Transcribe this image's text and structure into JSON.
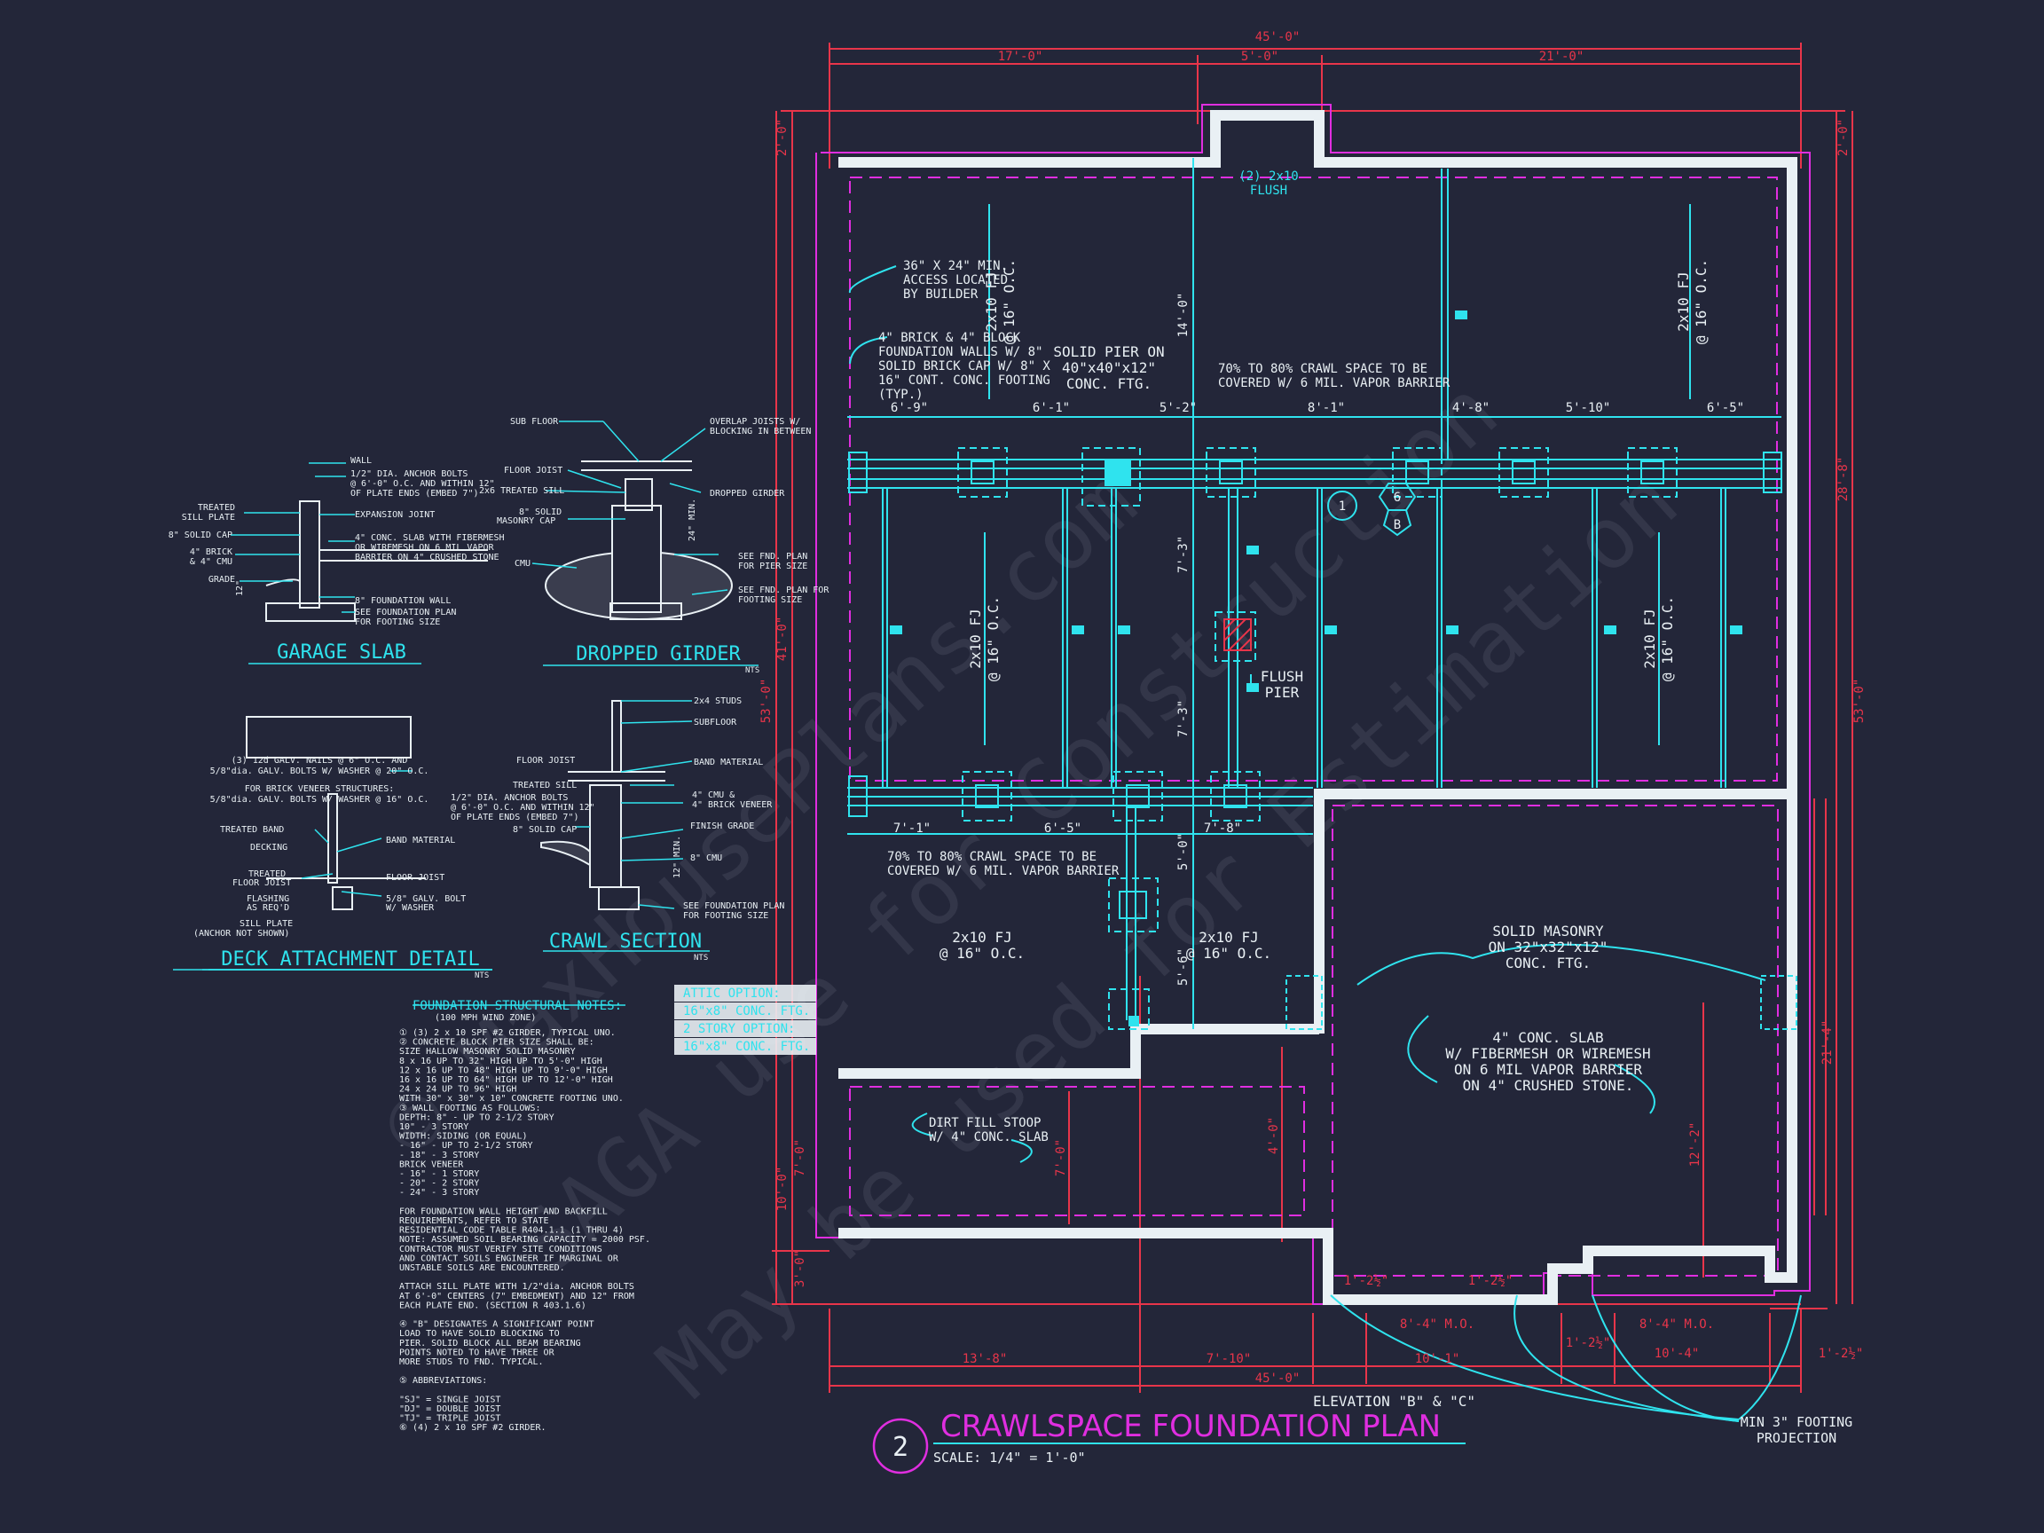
{
  "colors": {
    "background": "#232639",
    "cyan": "#2fe3ee",
    "magenta": "#e02ee0",
    "red": "#e8354a",
    "white": "#e9f0f4"
  },
  "watermark": {
    "lines": [
      "© MaxHousePlans.com",
      "SAGA use for Construction",
      "May be used for Estimation"
    ]
  },
  "title": {
    "number": "2",
    "text": "CRAWLSPACE FOUNDATION PLAN",
    "scale": "SCALE: 1/4\" = 1'-0\""
  },
  "elevation_label": "ELEVATION \"B\" & \"C\"",
  "footing_note": [
    "MIN 3\" FOOTING",
    "PROJECTION"
  ],
  "dims": {
    "top_overall": "45'-0\"",
    "top_a": "17'-0\"",
    "top_b": "5'-0\"",
    "top_c": "21'-0\"",
    "bottom_overall": "45'-0\"",
    "bottom_a": "13'-8\"",
    "bottom_b": "7'-10\"",
    "bottom_c": "10'-1\"",
    "bottom_d": "10'-4\"",
    "bottom_e": "1'-2½\"",
    "bottom_mo1": "8'-4\" M.O.",
    "bottom_mo2": "8'-4\" M.O.",
    "bottom_f": "1'-2½\"",
    "bottom_g": "1'-2½\"",
    "bottom_h": "1'-2½\"",
    "left_top": "2'-0\"",
    "left_mid": "41'-0\"",
    "left_overall": "53'-0\"",
    "left_low": "10'-0\"",
    "left_bot": "3'-0\"",
    "right_top": "2'-0\"",
    "right_a": "28'-8\"",
    "right_overall": "53'-0\"",
    "right_b": "21'-4\"",
    "pier_row1": [
      "6'-9\"",
      "6'-1\"",
      "5'-2\"",
      "8'-1\"",
      "4'-8\"",
      "5'-10\"",
      "6'-5\""
    ],
    "pier_row2": [
      "7'-1\"",
      "6'-5\"",
      "7'-8\""
    ],
    "vert_a": "14'-0\"",
    "vert_b": "7'-3\"",
    "vert_c": "7'-3\"",
    "vert_d": "5'-0\"",
    "vert_e": "5'-6\"",
    "stoop_a": "7'-0\"",
    "stoop_b": "4'-0\"",
    "garage_a": "12'-2\"",
    "stoop_c": "7'-0\""
  },
  "plan_notes": {
    "flush_beam": [
      "(2) 2x10",
      "FLUSH"
    ],
    "access": [
      "36\" X 24\" MIN.",
      "ACCESS LOCATED",
      "BY BUILDER"
    ],
    "foundation_walls": [
      "4\" BRICK & 4\" BLOCK",
      "FOUNDATION WALLS W/ 8\"",
      "SOLID BRICK CAP W/ 8\" X",
      "16\" CONT. CONC. FOOTING",
      "(TYP.)"
    ],
    "solid_pier": [
      "SOLID PIER ON",
      "40\"x40\"x12\"",
      "CONC. FTG."
    ],
    "crawl_top": [
      "70% TO 80% CRAWL SPACE TO BE",
      "COVERED W/ 6 MIL. VAPOR BARRIER"
    ],
    "crawl_bottom": [
      "70% TO 80% CRAWL SPACE TO BE",
      "COVERED W/ 6 MIL. VAPOR BARRIER"
    ],
    "fj_1": [
      "2x10 FJ",
      "@ 16\" O.C."
    ],
    "fj_2": [
      "2x10 FJ",
      "@ 16\" O.C."
    ],
    "fj_3": [
      "2x10 FJ",
      "@ 16\" O.C."
    ],
    "fj_4": [
      "2x10 FJ",
      "@ 16\" O.C."
    ],
    "fj_5": [
      "2x10 FJ",
      "@ 16\" O.C."
    ],
    "fj_6": [
      "2x10 FJ",
      "@ 16\" O.C."
    ],
    "flush_pier": [
      "FLUSH",
      "PIER"
    ],
    "solid_masonry": [
      "SOLID MASONRY",
      "ON 32\"x32\"x12\"",
      "CONC. FTG."
    ],
    "garage_slab": [
      "4\" CONC. SLAB",
      "W/ FIBERMESH OR WIREMESH",
      "ON 6 MIL VAPOR BARRIER",
      "ON 4\" CRUSHED STONE."
    ],
    "stoop": [
      "DIRT FILL STOOP",
      "W/ 4\" CONC. SLAB"
    ],
    "attic_option": [
      "ATTIC OPTION:",
      "16\"x8\" CONC. FTG.",
      "2 STORY OPTION:",
      "16\"x8\" CONC. FTG."
    ],
    "tags": [
      "1",
      "6",
      "B"
    ]
  },
  "details": {
    "garage_slab": {
      "title": "GARAGE SLAB",
      "labels": [
        "WALL",
        "1/2\" DIA. ANCHOR BOLTS",
        "@ 6'-0\" O.C. AND WITHIN 12\"",
        "OF PLATE ENDS (EMBED 7\")",
        "TREATED",
        "SILL PLATE",
        "EXPANSION JOINT",
        "8\" SOLID CAP",
        "4\" CONC. SLAB WITH FIBERMESH",
        "OR WIREMESH ON 6 MIL VAPOR",
        "BARRIER ON 4\" CRUSHED STONE",
        "4\" BRICK",
        "& 4\" CMU",
        "GRADE",
        "8\" FOUNDATION WALL",
        "SEE FOUNDATION PLAN",
        "FOR FOOTING SIZE",
        "12\""
      ]
    },
    "dropped_girder": {
      "title": "DROPPED GIRDER",
      "nts": "NTS",
      "labels": [
        "SUB FLOOR",
        "OVERLAP JOISTS W/",
        "BLOCKING IN BETWEEN",
        "FLOOR JOIST",
        "2x6 TREATED SILL",
        "8\" SOLID",
        "MASONRY CAP",
        "DROPPED GIRDER",
        "24\" MIN.",
        "CMU",
        "SEE FND. PLAN",
        "FOR PIER SIZE",
        "SEE FND. PLAN FOR",
        "FOOTING SIZE"
      ]
    },
    "deck_attachment": {
      "title": "DECK ATTACHMENT DETAIL",
      "nts": "NTS",
      "labels": [
        "(3) 12d GALV. NAILS @ 6\" O.C. AND",
        "5/8\"dia. GALV. BOLTS W/ WASHER @ 20\" O.C.",
        "FOR BRICK VENEER STRUCTURES:",
        "5/8\"dia. GALV. BOLTS W/ WASHER @ 16\" O.C.",
        "TREATED BAND",
        "DECKING",
        "TREATED",
        "FLOOR JOIST",
        "FLASHING",
        "AS REQ'D",
        "SILL PLATE",
        "(ANCHOR NOT SHOWN)",
        "BAND MATERIAL",
        "FLOOR JOIST",
        "5/8\" GALV. BOLT",
        "W/ WASHER"
      ]
    },
    "crawl_section": {
      "title": "CRAWL SECTION",
      "nts": "NTS",
      "labels": [
        "2x4 STUDS",
        "SUBFLOOR",
        "FLOOR JOIST",
        "BAND MATERIAL",
        "TREATED SILL",
        "1/2\" DIA. ANCHOR BOLTS",
        "@ 6'-0\" O.C. AND WITHIN 12\"",
        "OF PLATE ENDS (EMBED 7\")",
        "4\" CMU &",
        "4\" BRICK VENEER",
        "8\" SOLID CAP",
        "FINISH GRADE",
        "8\" CMU",
        "12\" MIN.",
        "SEE FOUNDATION PLAN",
        "FOR FOOTING SIZE"
      ]
    }
  },
  "structural_notes": {
    "heading": "FOUNDATION STRUCTURAL NOTES:",
    "subheading": "(100 MPH WIND ZONE)",
    "lines": [
      "① (3) 2 x 10 SPF #2 GIRDER, TYPICAL UNO.",
      "② CONCRETE BLOCK PIER SIZE SHALL BE:",
      "     SIZE     HALLOW MASONRY   SOLID MASONRY",
      "     8 x 16    UP TO 32\" HIGH    UP TO 5'-0\" HIGH",
      "     12 x 16   UP TO 48\" HIGH    UP TO 9'-0\" HIGH",
      "     16 x 16   UP TO 64\" HIGH    UP TO 12'-0\" HIGH",
      "     24 x 24   UP TO 96\" HIGH",
      "     WITH 30\" x 30\" x 10\" CONCRETE FOOTING UNO.",
      "③ WALL FOOTING AS FOLLOWS:",
      "     DEPTH:  8\"  - UP TO 2-1/2 STORY",
      "             10\" - 3 STORY",
      "     WIDTH:  SIDING (OR EQUAL)",
      "                   - 16\" - UP TO 2-1/2 STORY",
      "                   - 18\" - 3 STORY",
      "             BRICK VENEER",
      "                   - 16\" - 1 STORY",
      "                   - 20\" - 2 STORY",
      "                   - 24\" - 3 STORY",
      "",
      "   FOR FOUNDATION WALL HEIGHT AND BACKFILL",
      "   REQUIREMENTS, REFER TO STATE",
      "   RESIDENTIAL CODE TABLE R404.1.1 (1 THRU 4)",
      "   NOTE: ASSUMED SOIL BEARING CAPACITY = 2000 PSF.",
      "   CONTRACTOR MUST VERIFY SITE CONDITIONS",
      "   AND CONTACT SOILS ENGINEER IF MARGINAL OR",
      "   UNSTABLE SOILS ARE ENCOUNTERED.",
      "",
      "   ATTACH SILL PLATE WITH 1/2\"dia. ANCHOR BOLTS",
      "   AT 6'-0\" CENTERS (7\" EMBEDMENT) AND 12\" FROM",
      "   EACH PLATE END. (SECTION R 403.1.6)",
      "",
      "④ \"B\" DESIGNATES A SIGNIFICANT POINT",
      "   LOAD TO HAVE SOLID BLOCKING TO",
      "   PIER. SOLID BLOCK ALL BEAM BEARING",
      "   POINTS NOTED TO HAVE THREE OR",
      "   MORE STUDS TO FND. TYPICAL.",
      "",
      "⑤ ABBREVIATIONS:",
      "",
      "   \"SJ\" = SINGLE JOIST",
      "   \"DJ\" = DOUBLE JOIST",
      "   \"TJ\" = TRIPLE JOIST",
      "⑥ (4) 2 x 10 SPF #2 GIRDER."
    ]
  }
}
